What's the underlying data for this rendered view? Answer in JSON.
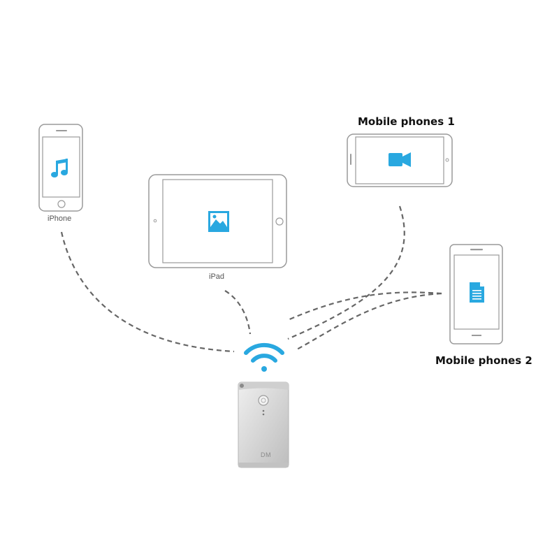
{
  "devices": {
    "iphone": {
      "label": "iPhone",
      "icon": "music-note-icon"
    },
    "ipad": {
      "label": "iPad",
      "icon": "image-icon"
    },
    "phone1": {
      "label": "Mobile phones 1",
      "icon": "video-camera-icon"
    },
    "phone2": {
      "label": "Mobile phones 2",
      "icon": "document-icon"
    }
  },
  "hub": {
    "brand": "DM",
    "icon": "wifi-icon"
  },
  "colors": {
    "accent": "#29A8E0",
    "outline": "#9a9a9a",
    "connector": "#666666",
    "hub_body": "#d9d9d9"
  }
}
